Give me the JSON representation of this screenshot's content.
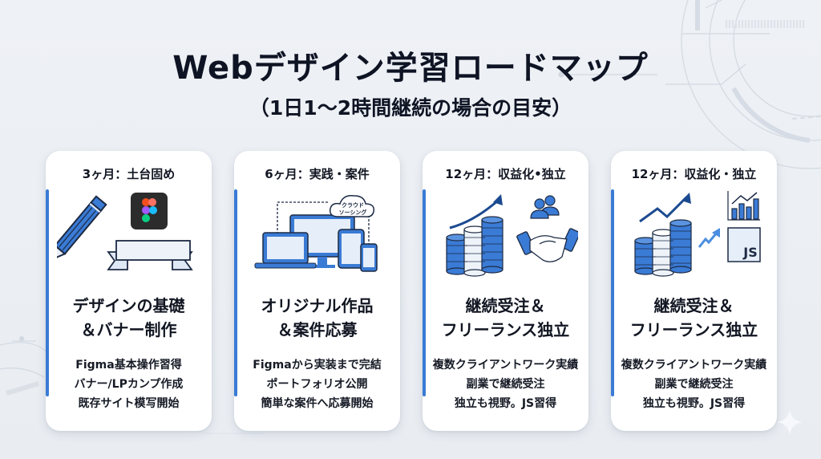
{
  "page": {
    "title": "Webデザイン学習ロードマップ",
    "subtitle": "（1日1〜2時間継続の場合の目安）"
  },
  "colors": {
    "accent": "#3a7bd5",
    "background": "#eef1f5",
    "card": "#ffffff",
    "text": "#0e1424"
  },
  "cards": [
    {
      "period": "3ヶ月：土台固め",
      "heading_line1": "デザインの基礎",
      "heading_line2": "＆バナー制作",
      "desc": [
        "Figma基本操作習得",
        "バナー/LPカンプ作成",
        "既存サイト模写開始"
      ],
      "icons": [
        "pencil-icon",
        "figma-logo-icon",
        "ribbon-banner-icon"
      ]
    },
    {
      "period": "6ヶ月：実践・案件",
      "heading_line1": "オリジナル作品",
      "heading_line2": "＆案件応募",
      "desc": [
        "Figmaから実装まで完結",
        "ポートフォリオ公開",
        "簡単な案件へ応募開始"
      ],
      "icons": [
        "cloud-icon",
        "laptop-icon",
        "monitor-icon",
        "tablet-icon",
        "smartphone-icon"
      ],
      "cloud_label_line1": "クラウド",
      "cloud_label_line2": "ソーシング"
    },
    {
      "period": "12ヶ月：収益化•独立",
      "heading_line1": "継続受注＆",
      "heading_line2": "フリーランス独立",
      "desc": [
        "複数クライアントワーク実績",
        "副業で継続受注",
        "独立も視野。JS習得"
      ],
      "icons": [
        "growth-arrow-icon",
        "coin-stacks-icon",
        "users-icon",
        "handshake-icon"
      ]
    },
    {
      "period": "12ヶ月：収益化・独立",
      "heading_line1": "継続受注＆",
      "heading_line2": "フリーランス独立",
      "desc": [
        "複数クライアントワーク実績",
        "副業で継続受注",
        "独立も視野。JS習得"
      ],
      "icons": [
        "trend-arrow-icon",
        "coin-stacks-icon",
        "bar-chart-icon",
        "js-badge-icon"
      ],
      "js_label": "JS"
    }
  ]
}
